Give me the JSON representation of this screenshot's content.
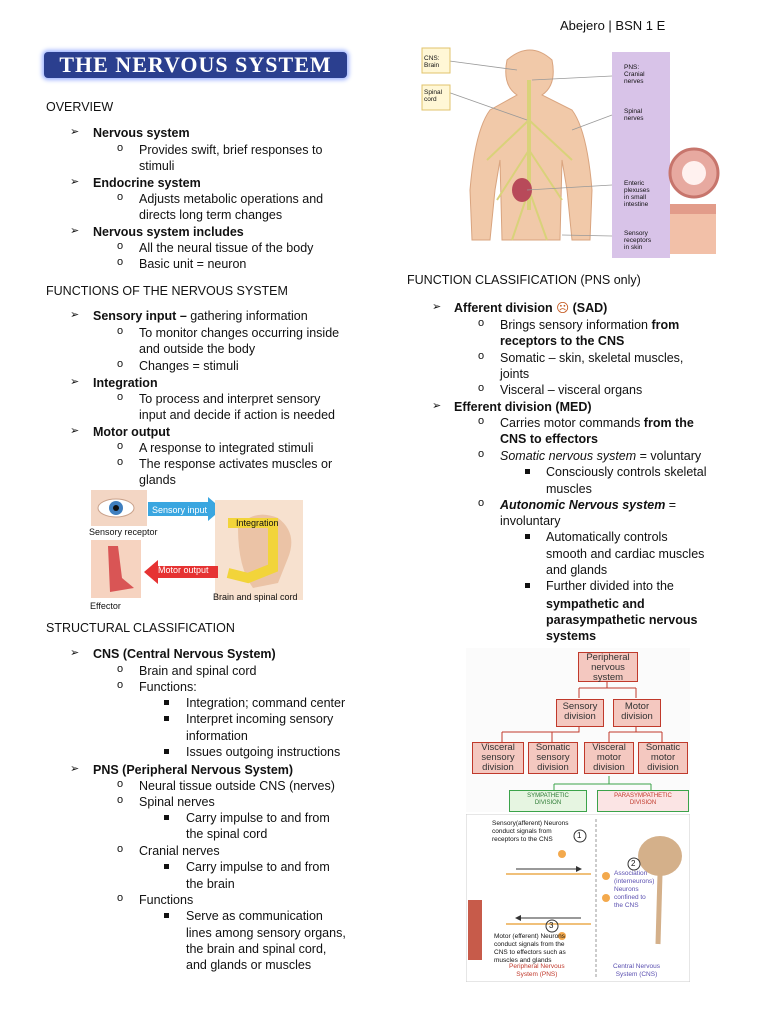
{
  "header": {
    "author": "Abejero | BSN 1 E",
    "title": "THE NERVOUS SYSTEM"
  },
  "overview": {
    "heading": "OVERVIEW",
    "ns_label": "Nervous system",
    "ns_desc_1": "Provides swift, brief responses to",
    "ns_desc_2": "stimuli",
    "es_label": "Endocrine system",
    "es_desc_1": "Adjusts metabolic operations and",
    "es_desc_2": "directs long term changes",
    "inc_label": "Nervous system includes",
    "inc_1": "All the neural tissue of the body",
    "inc_2": "Basic unit = neuron"
  },
  "functions": {
    "heading": "FUNCTIONS OF THE NERVOUS SYSTEM",
    "si_label": "Sensory input –",
    "si_rest": " gathering information",
    "si_1a": "To monitor changes occurring inside",
    "si_1b": "and outside the body",
    "si_2": "Changes = stimuli",
    "int_label": "Integration",
    "int_1a": "To process and interpret sensory",
    "int_1b": "input and decide if action is needed",
    "mo_label": "Motor output",
    "mo_1": "A response to integrated stimuli",
    "mo_2a": "The response activates muscles or",
    "mo_2b": "glands"
  },
  "functions_figure": {
    "sensory_input": "Sensory input",
    "sensory_receptor": "Sensory receptor",
    "integration": "Integration",
    "motor_output": "Motor output",
    "effector": "Effector",
    "brain_cord": "Brain and spinal cord"
  },
  "structural": {
    "heading": "STRUCTURAL CLASSIFICATION",
    "cns_label": "CNS (Central Nervous System)",
    "cns_1": "Brain and spinal cord",
    "cns_2": "Functions:",
    "cns_f1": "Integration; command center",
    "cns_f2a": "Interpret incoming sensory",
    "cns_f2b": "information",
    "cns_f3": "Issues outgoing instructions",
    "pns_label": "PNS (Peripheral Nervous System)",
    "pns_1": "Neural tissue outside CNS (nerves)",
    "pns_2": "Spinal nerves",
    "pns_2a": "Carry impulse to and from",
    "pns_2b": "the spinal cord",
    "pns_3": "Cranial nerves",
    "pns_3a": "Carry impulse to and from",
    "pns_3b": "the brain",
    "pns_4": "Functions",
    "pns_4a": "Serve as communication",
    "pns_4b": "lines among sensory organs,",
    "pns_4c": "the brain and spinal cord,",
    "pns_4d": "and glands or muscles"
  },
  "body_figure": {
    "cns_brain": "CNS:\nBrain",
    "spinal_cord": "Spinal\ncord",
    "pns_cranial": "PNS:\nCranial\nnerves",
    "spinal_nerves": "Spinal\nnerves",
    "enteric": "Enteric\nplexuses\nin small\nintestine",
    "sensory_receptors": "Sensory\nreceptors\nin skin"
  },
  "function_class": {
    "heading": "FUNCTION CLASSIFICATION (PNS only)",
    "aff_label": "Afferent division",
    "aff_emoji": "☹",
    "aff_tag": "(SAD)",
    "aff_1a": "Brings sensory information ",
    "aff_1b": "from",
    "aff_1c": "receptors to the CNS",
    "aff_2a": "Somatic – skin, skeletal muscles,",
    "aff_2b": "joints",
    "aff_3": "Visceral – visceral organs",
    "eff_label": "Efferent division (MED)",
    "eff_1a": "Carries motor commands ",
    "eff_1b": "from the",
    "eff_1c": "CNS to effectors",
    "eff_2a": "Somatic nervous system",
    "eff_2b": " = voluntary",
    "eff_2c": "Consciously controls skeletal",
    "eff_2d": "muscles",
    "eff_3a": "Autonomic Nervous system",
    "eff_3b": " =",
    "eff_3c": "involuntary",
    "eff_3d": "Automatically controls",
    "eff_3e": "smooth and cardiac muscles",
    "eff_3f": "and glands",
    "eff_3g": "Further divided into the",
    "eff_3h": "sympathetic and",
    "eff_3i": "parasympathetic nervous",
    "eff_3j": "systems"
  },
  "tree": {
    "root": "Peripheral\nnervous\nsystem",
    "sensory": "Sensory\ndivision",
    "motor": "Motor\ndivision",
    "vis_sens": "Visceral\nsensory\ndivision",
    "som_sens": "Somatic\nsensory\ndivision",
    "vis_mot": "Visceral\nmotor\ndivision",
    "som_mot": "Somatic\nmotor\ndivision",
    "symp": "SYMPATHETIC\nDIVISION",
    "para": "PARASYMPATHETIC\nDIVISION"
  },
  "neuron_fig": {
    "sensory": "Sensory(afferent) Neurons\nconduct signals from\nreceptors to the CNS",
    "n1": "1",
    "n2": "2",
    "n3": "3",
    "assoc": "Association\n(interneurons)\nNeurons\nconfined to\nthe CNS",
    "motor": "Motor (efferent) Neurons\nconduct signals from the\nCNS to effectors such as\nmuscles and glands",
    "pns": "Peripheral Nervous\nSystem (PNS)",
    "cns": "Central Nervous\nSystem (CNS)"
  }
}
